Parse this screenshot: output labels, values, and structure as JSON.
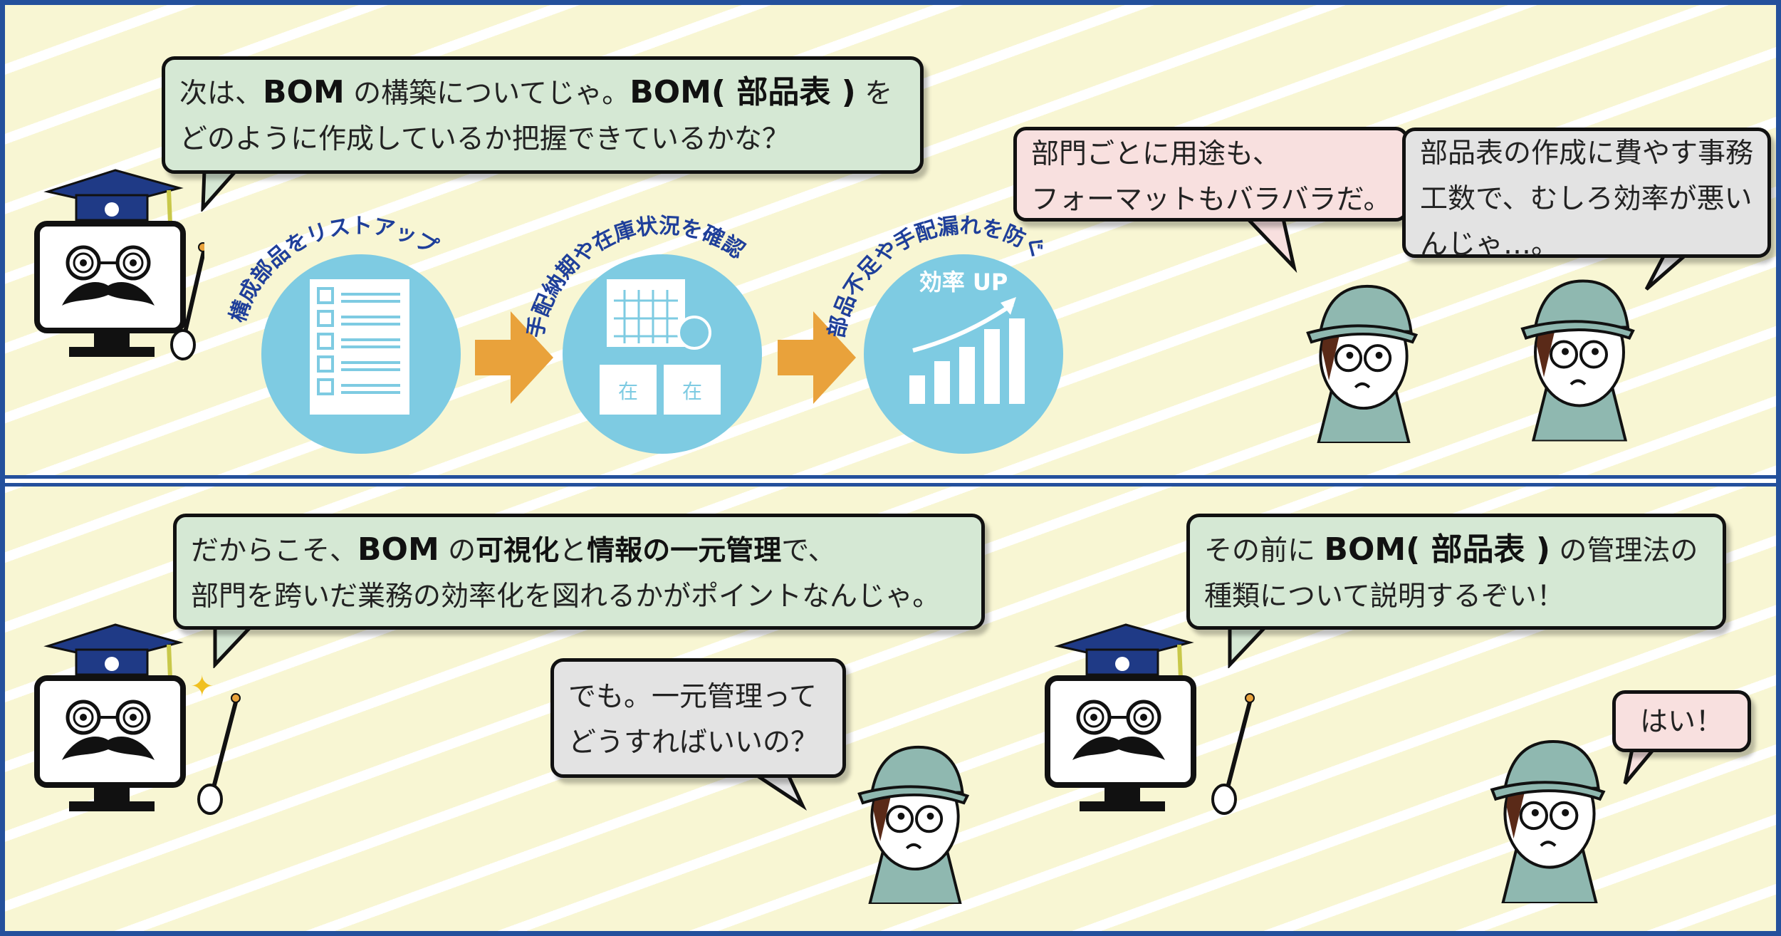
{
  "panel1": {
    "professor_bubble": {
      "line1": [
        {
          "t": "次は、"
        },
        {
          "t": "BOM",
          "b": true
        },
        {
          "t": " の構築についてじゃ。"
        },
        {
          "t": "BOM( 部品表 )",
          "b": true
        },
        {
          "t": " を"
        }
      ],
      "line2": "どのように作成しているか把握できているかな？"
    },
    "steps": [
      {
        "label": "構成部品をリストアップ",
        "icon": "checklist-icon"
      },
      {
        "label": "手配納期や在庫状況を確認",
        "icon": "calendar-stock-icon",
        "stock_char": "在"
      },
      {
        "label": "部品不足や手配漏れを防ぐ",
        "icon": "growth-chart-icon",
        "badge": "効率 UP"
      }
    ],
    "worker1_bubble": {
      "line1": "部門ごとに用途も、",
      "line2": "フォーマットもバラバラだ。"
    },
    "worker2_bubble": {
      "line1": "部品表の作成に費やす事務",
      "line2": "工数で、むしろ効率が悪い",
      "line3": "んじゃ…。"
    }
  },
  "panel2": {
    "professor_bubble1": {
      "line1": [
        {
          "t": "だからこそ、"
        },
        {
          "t": "BOM",
          "b": true,
          "big": true
        },
        {
          "t": " の"
        },
        {
          "t": "可視化",
          "b": true
        },
        {
          "t": "と"
        },
        {
          "t": "情報の一元管理",
          "b": true
        },
        {
          "t": "で、"
        }
      ],
      "line2": "部門を跨いだ業務の効率化を図れるかがポイントなんじゃ。"
    },
    "worker3_bubble": {
      "line1": "でも。一元管理って",
      "line2": "どうすればいいの？"
    },
    "professor_bubble2": {
      "line1": [
        {
          "t": "その前に "
        },
        {
          "t": "BOM( 部品表 )",
          "b": true
        },
        {
          "t": " の管理法の"
        }
      ],
      "line2": "種類について説明するぞい！"
    },
    "worker4_bubble": {
      "line1": "はい！"
    }
  },
  "colors": {
    "border": "#24509c",
    "circle": "#7ecbe2",
    "arrow": "#e9a23b",
    "helmet": "#8fb8b0",
    "step_text": "#1f3f9a"
  }
}
